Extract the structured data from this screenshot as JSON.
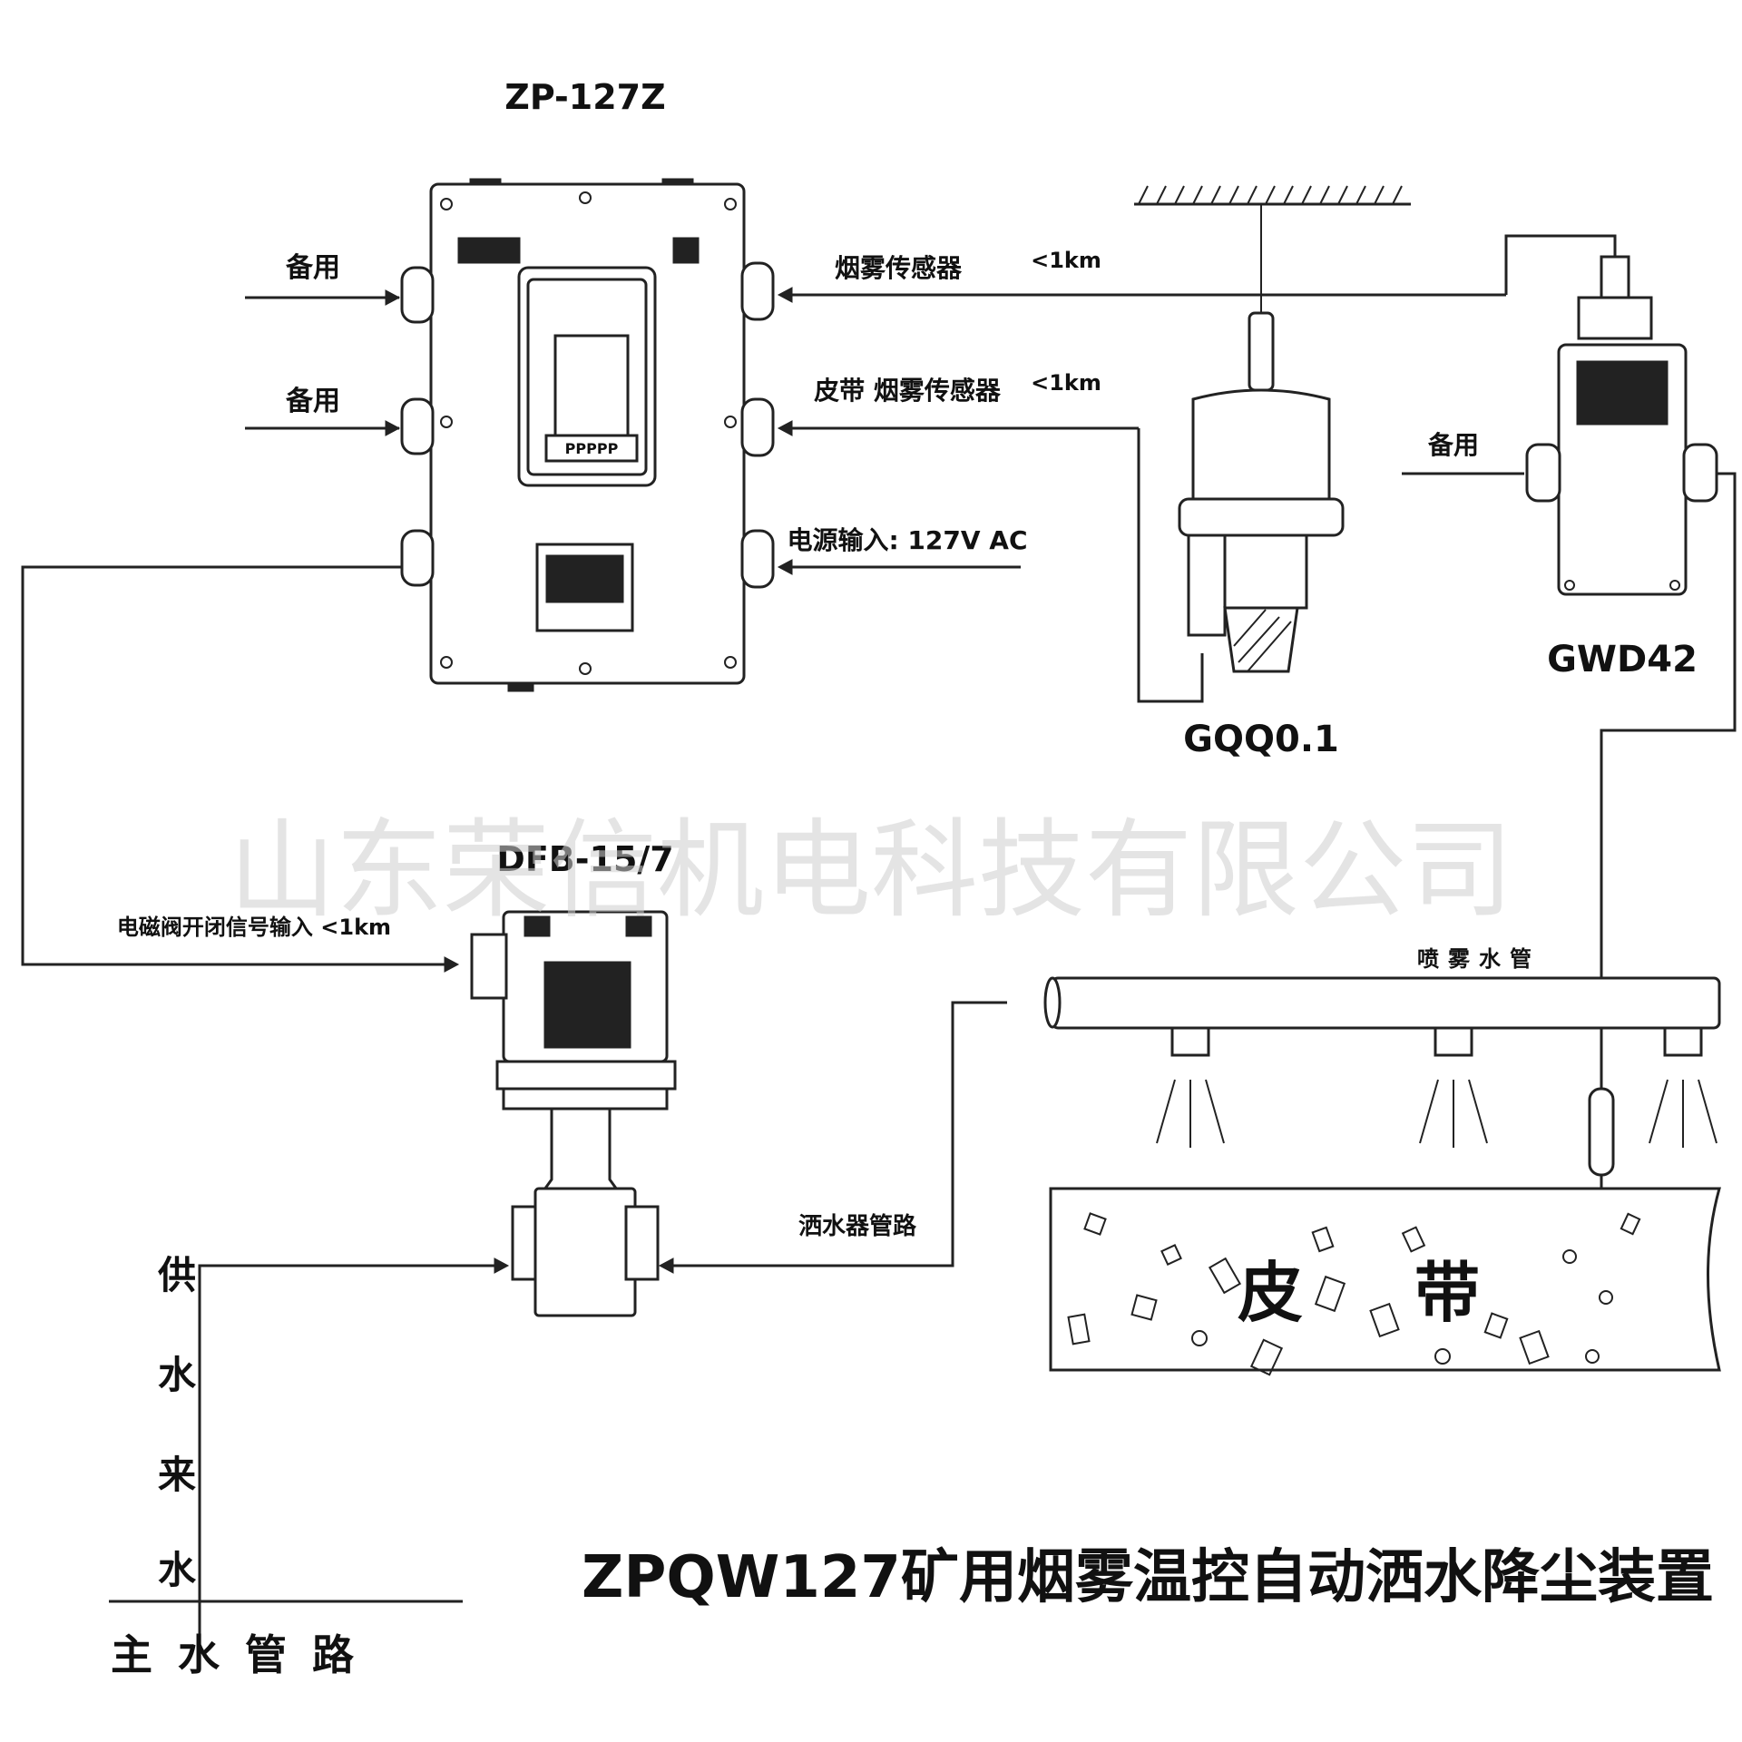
{
  "title": "ZPQW127矿用烟雾温控自动洒水降尘装置",
  "watermark": "山东荣信机电科技有限公司",
  "devices": {
    "controller": "ZP-127Z",
    "valve": "DFB-15/7",
    "smoke_sensor": "GQQ0.1",
    "temp_sensor": "GWD42"
  },
  "controller_ports": {
    "left_top": "备用",
    "left_mid": "备用",
    "right_top": "烟雾传感器",
    "right_top_dist": "<1km",
    "right_mid": "皮带 烟雾传感器",
    "right_mid_dist": "<1km",
    "right_bottom": "电源输入: 127V AC"
  },
  "valve_input": "电磁阀开闭信号输入 <1km",
  "temp_sensor_port": "备用",
  "sprinkler_pipe": "喷雾水管",
  "valve_outlet_pipe": "洒水器管路",
  "water_source": [
    "供",
    "水",
    "来",
    "水"
  ],
  "main_pipe": "主水管路",
  "belt": [
    "皮",
    "带"
  ]
}
